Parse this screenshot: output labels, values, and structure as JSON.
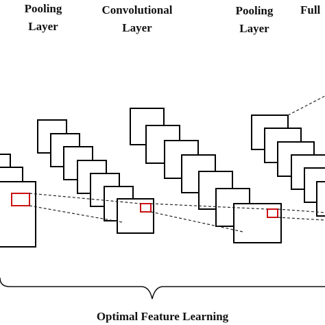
{
  "labels": {
    "pool1_line1": "Pooling",
    "pool1_line2": "Layer",
    "conv_line1": "Convolutional",
    "conv_line2": "Layer",
    "pool2_line1": "Pooling",
    "pool2_line2": "Layer",
    "fc_partial": "Full"
  },
  "bottom_label": "Optimal Feature Learning",
  "colors": {
    "frame_stroke": "#000000",
    "receptive_field": "#cc1111",
    "text": "#111111"
  }
}
